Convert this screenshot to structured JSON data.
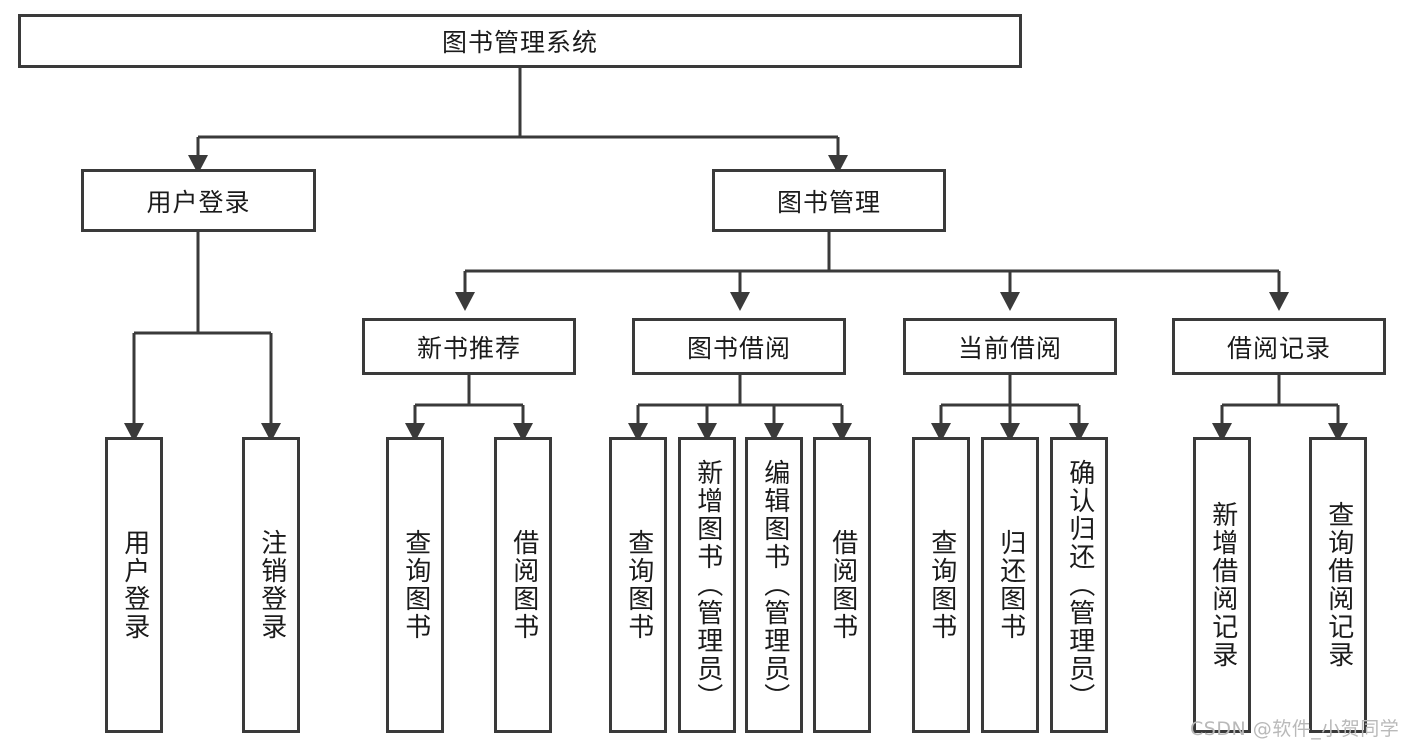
{
  "diagram": {
    "title": "图书管理系统",
    "root": {
      "label": "图书管理系统"
    },
    "level2": [
      {
        "label": "用户登录"
      },
      {
        "label": "图书管理"
      }
    ],
    "level3": [
      {
        "label": "新书推荐"
      },
      {
        "label": "图书借阅"
      },
      {
        "label": "当前借阅"
      },
      {
        "label": "借阅记录"
      }
    ],
    "leaves": {
      "user_login": [
        {
          "label": "用户登录"
        },
        {
          "label": "注销登录"
        }
      ],
      "new_book_recommend": [
        {
          "label": "查询图书"
        },
        {
          "label": "借阅图书"
        }
      ],
      "book_borrow": [
        {
          "label": "查询图书"
        },
        {
          "label": "新增图书（管理员）"
        },
        {
          "label": "编辑图书（管理员）"
        },
        {
          "label": "借阅图书"
        }
      ],
      "current_borrow": [
        {
          "label": "查询图书"
        },
        {
          "label": "归还图书"
        },
        {
          "label": "确认归还（管理员）"
        }
      ],
      "borrow_record": [
        {
          "label": "新增借阅记录"
        },
        {
          "label": "查询借阅记录"
        }
      ]
    },
    "watermark": "CSDN @软件_小贺同学",
    "colors": {
      "stroke": "#3a3a3a",
      "fill": "#ffffff",
      "text": "#1b1b1b",
      "watermark": "#b9b9b9"
    }
  }
}
